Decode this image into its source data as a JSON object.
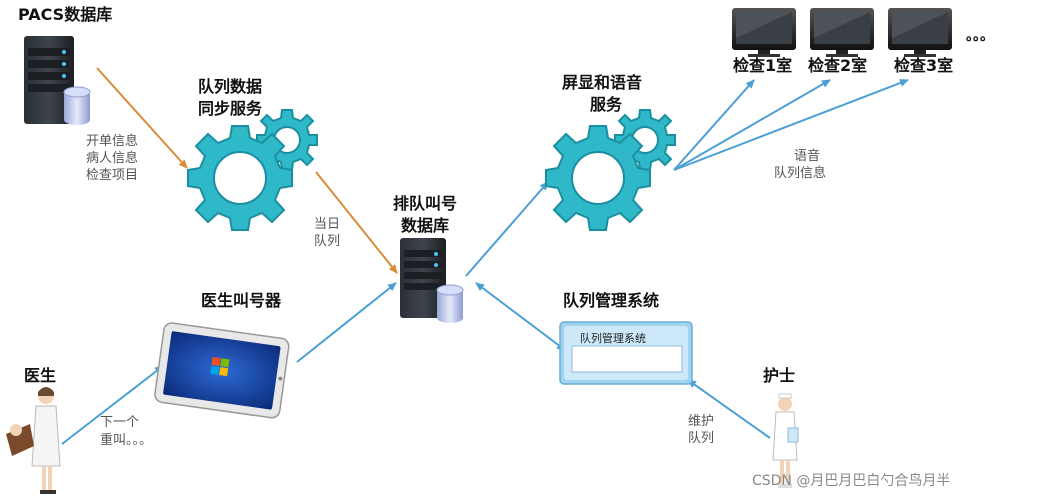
{
  "nodes": {
    "pacs_db": "PACS数据库",
    "sync_service": [
      "队列数据",
      "同步服务"
    ],
    "queue_db": [
      "排队叫号",
      "数据库"
    ],
    "display_service": [
      "屏显和语音",
      "服务"
    ],
    "queue_mgmt": "队列管理系统",
    "doctor_caller": "医生叫号器",
    "doctor": "医生",
    "nurse": "护士",
    "rooms": [
      "检查1室",
      "检查2室",
      "检查3室"
    ],
    "rooms_more": "。。。",
    "mgmt_window_title": "队列管理系统"
  },
  "edge_labels": {
    "pacs_to_sync": [
      "开单信息",
      "病人信息",
      "检查项目"
    ],
    "sync_to_db": [
      "当日",
      "队列"
    ],
    "doctor_to_caller": [
      "下一个",
      "重叫。。。"
    ],
    "display_to_rooms": [
      "语音",
      "队列信息"
    ],
    "nurse_to_mgmt": [
      "维护",
      "队列"
    ]
  },
  "watermark": "CSDN @月巴月巴白勺合鸟月半",
  "colors": {
    "gear": "#2fb8c8",
    "gear_dark": "#1a8fa0",
    "arrow_blue": "#4a9fd4",
    "arrow_orange": "#d98b3a"
  }
}
